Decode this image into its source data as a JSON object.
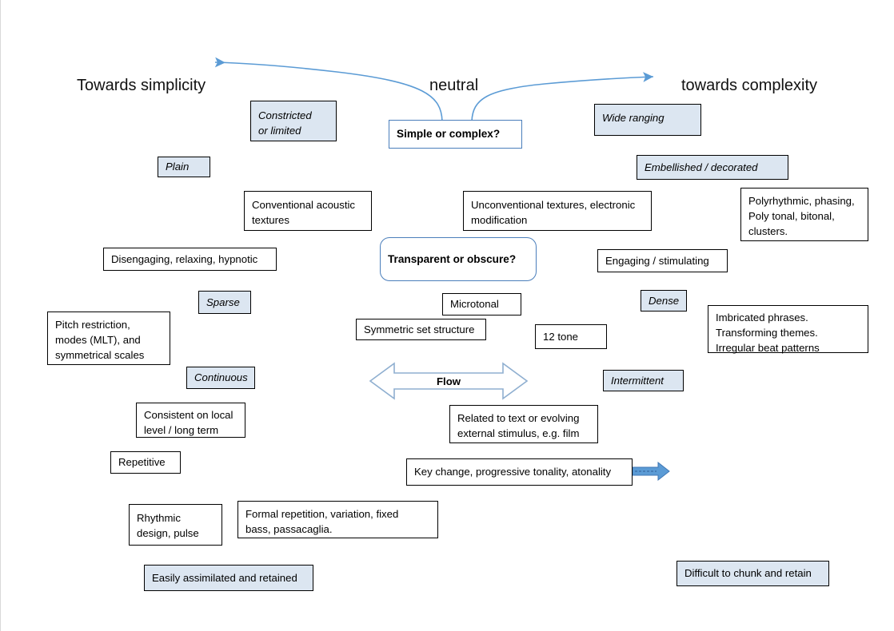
{
  "headings": [
    {
      "id": "towards-simplicity",
      "text": "Towards simplicity"
    },
    {
      "id": "neutral",
      "text": "neutral"
    },
    {
      "id": "towards-complexity",
      "text": "towards complexity"
    }
  ],
  "questions": [
    {
      "id": "simple-or-complex",
      "text": "Simple or complex?"
    },
    {
      "id": "transparent-or-obscure",
      "text": "Transparent or obscure?"
    }
  ],
  "arrow_labels": [
    {
      "id": "flow",
      "text": "Flow"
    }
  ],
  "nodes": [
    {
      "id": "constricted-or-limited",
      "text": "Constricted\nor limited"
    },
    {
      "id": "wide-ranging",
      "text": "Wide ranging"
    },
    {
      "id": "plain",
      "text": "Plain"
    },
    {
      "id": "embellished-decorated",
      "text": "Embellished / decorated"
    },
    {
      "id": "conventional-acoustic-textures",
      "text": "Conventional acoustic\ntextures"
    },
    {
      "id": "unconventional-textures",
      "text": "Unconventional textures, electronic\nmodification"
    },
    {
      "id": "polyrhythmic-phasing",
      "text": "Polyrhythmic, phasing,\nPoly tonal, bitonal,\nclusters."
    },
    {
      "id": "disengaging-relaxing-hypnotic",
      "text": "Disengaging, relaxing, hypnotic"
    },
    {
      "id": "engaging-stimulating",
      "text": "Engaging / stimulating"
    },
    {
      "id": "sparse",
      "text": "Sparse"
    },
    {
      "id": "dense",
      "text": "Dense"
    },
    {
      "id": "microtonal",
      "text": "Microtonal"
    },
    {
      "id": "pitch-restriction",
      "text": "Pitch restriction,\nmodes (MLT), and\nsymmetrical scales"
    },
    {
      "id": "symmetric-set-structure",
      "text": "Symmetric set structure"
    },
    {
      "id": "12-tone",
      "text": "12 tone"
    },
    {
      "id": "imbricated-phrases",
      "text": "Imbricated phrases.\nTransforming themes.\nIrregular beat patterns"
    },
    {
      "id": "continuous",
      "text": "Continuous"
    },
    {
      "id": "intermittent",
      "text": "Intermittent"
    },
    {
      "id": "consistent-on-local-level",
      "text": "Consistent on local\nlevel / long term"
    },
    {
      "id": "related-to-text",
      "text": "Related to text or evolving\nexternal stimulus, e.g. film"
    },
    {
      "id": "repetitive",
      "text": "Repetitive"
    },
    {
      "id": "key-change",
      "text": "Key change, progressive tonality, atonality"
    },
    {
      "id": "rhythmic-design-pulse",
      "text": "Rhythmic\ndesign, pulse"
    },
    {
      "id": "formal-repetition",
      "text": "Formal repetition, variation, fixed\nbass, passacaglia."
    },
    {
      "id": "easily-assimilated",
      "text": "Easily assimilated and retained"
    },
    {
      "id": "difficult-to-chunk",
      "text": "Difficult to chunk and retain"
    }
  ],
  "colors": {
    "fill_blue": "#dce6f1",
    "outline_black": "#000000",
    "accent_blue": "#4a7ebb",
    "arrow_blue": "#5b9bd5",
    "arrow_outline": "#8fafd0",
    "page_border": "#d9d9d9"
  }
}
